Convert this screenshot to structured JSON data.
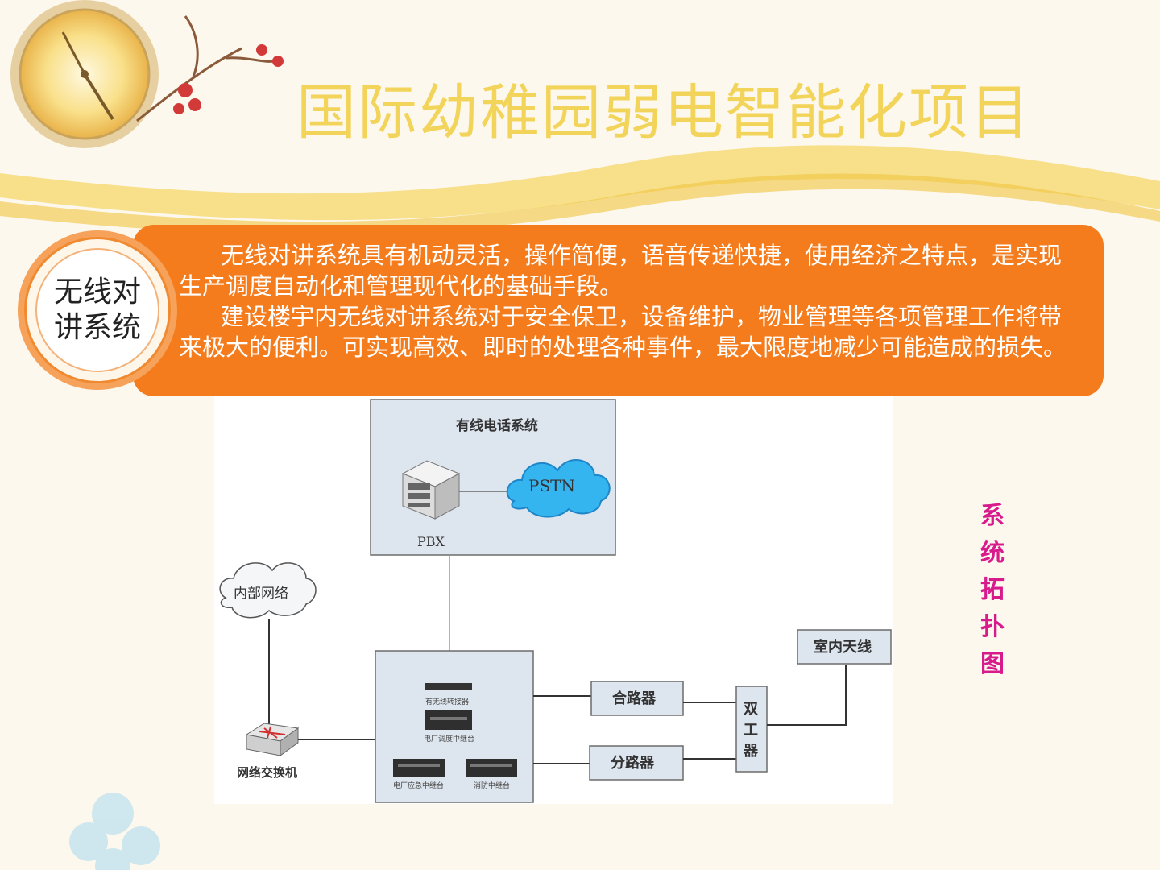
{
  "slide": {
    "title": "国际幼稚园弱电智能化项目",
    "badge_label": "无线对讲系统",
    "paragraph_1": "无线对讲系统具有机动灵活，操作简便，语音传递快捷，使用经济之特点，是实现生产调度自动化和管理现代化的基础手段。",
    "paragraph_2": "建设楼宇内无线对讲系统对于安全保卫，设备维护，物业管理等各项管理工作将带来极大的便利。可实现高效、即时的处理各种事件，最大限度地减少可能造成的损失。",
    "side_label": [
      "系",
      "统",
      "拓",
      "扑",
      "图"
    ],
    "colors": {
      "title": "#f3d45a",
      "banner": "#f47c1d",
      "side_label": "#d81b8c"
    }
  },
  "diagram": {
    "wired_phone_system": "有线电话系统",
    "pbx": "PBX",
    "pstn": "PSTN",
    "internal_network": "内部网络",
    "network_switch": "网络交换机",
    "wired_wireless_converter": "有无线转接器",
    "plant_dispatch_relay": "电厂调度中继台",
    "plant_emergency_relay": "电厂应急中继台",
    "fire_relay": "消防中继台",
    "combiner": "合路器",
    "splitter": "分路器",
    "duplexer": [
      "双",
      "工",
      "器"
    ],
    "indoor_antenna": "室内天线"
  }
}
